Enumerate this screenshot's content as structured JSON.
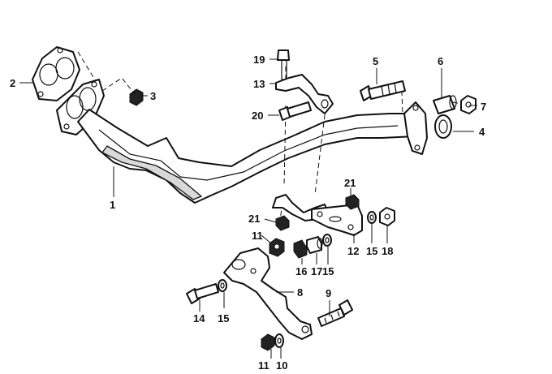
{
  "callouts": {
    "c1": "1",
    "c2": "2",
    "c3": "3",
    "c4": "4",
    "c5": "5",
    "c6": "6",
    "c7": "7",
    "c8": "8",
    "c9": "9",
    "c10": "10",
    "c11a": "11",
    "c11b": "11",
    "c12": "12",
    "c13": "13",
    "c14": "14",
    "c15a": "15",
    "c15b": "15",
    "c15c": "15",
    "c16": "16",
    "c17": "17",
    "c18": "18",
    "c19": "19",
    "c20": "20",
    "c21a": "21",
    "c21b": "21"
  }
}
